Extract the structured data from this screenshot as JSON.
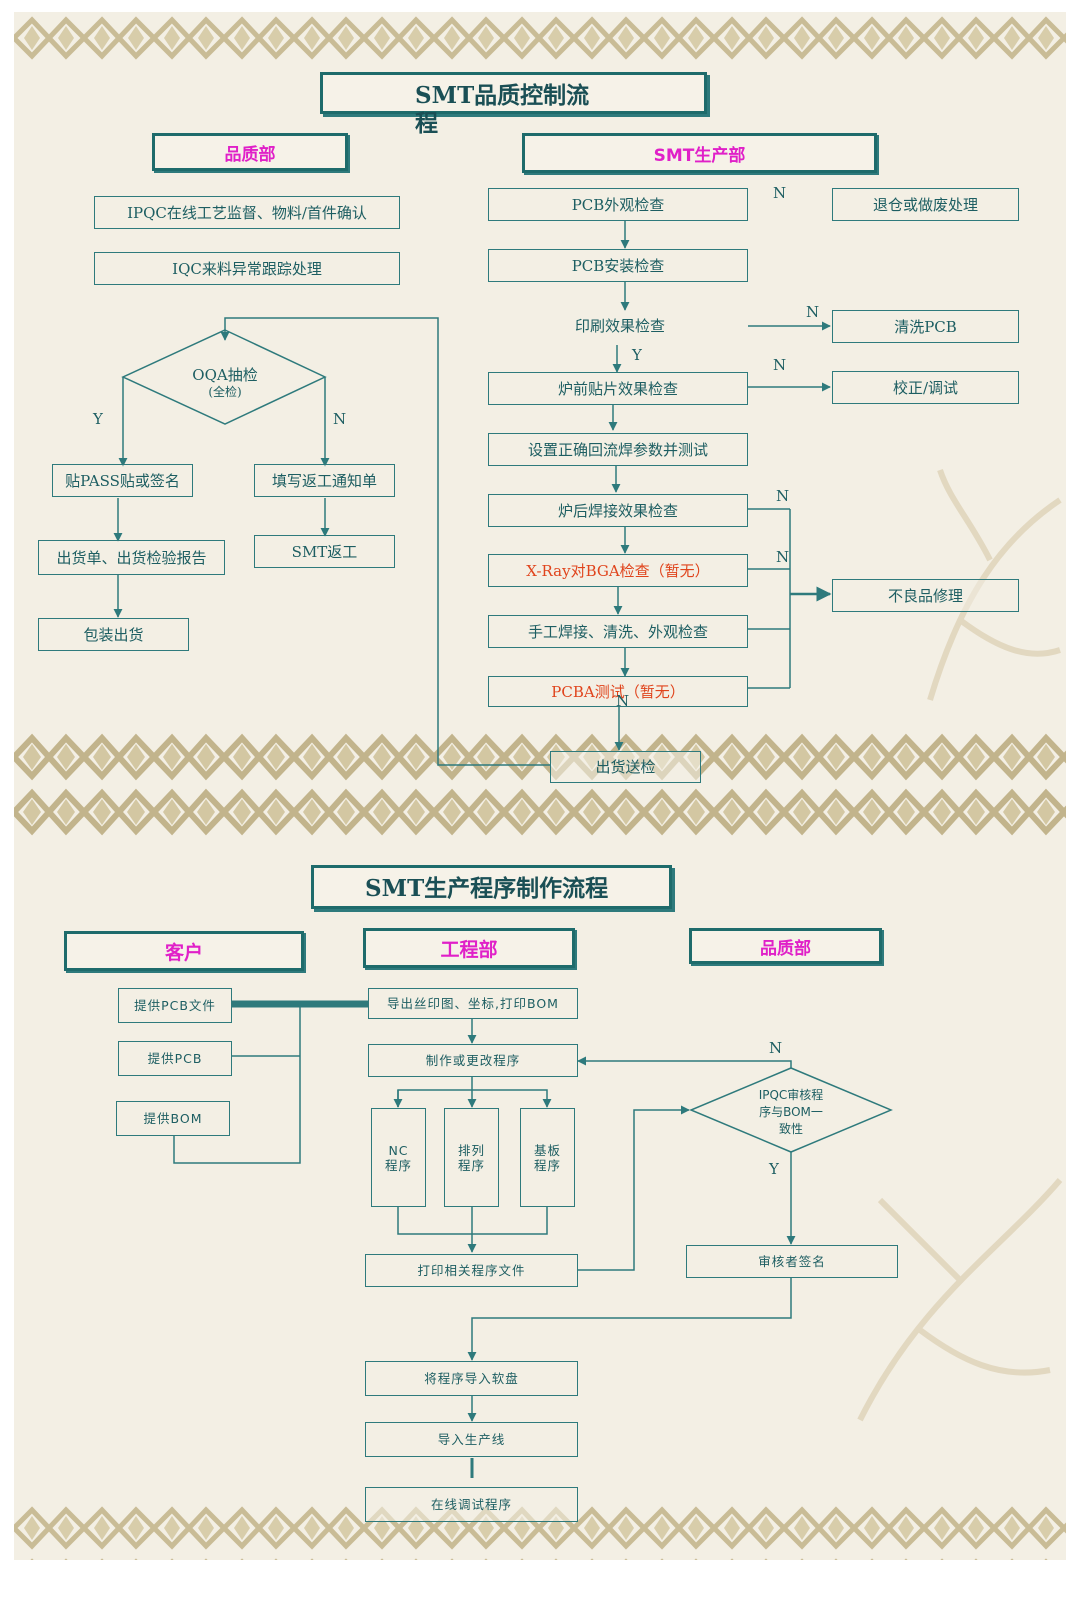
{
  "slide1": {
    "title": "SMT品质控制流程",
    "quality_dept": "品质部",
    "production_dept": "SMT生产部",
    "quality": {
      "ipqc": "IPQC在线工艺监督、物料/首件确认",
      "iqc": "IQC来料异常跟踪处理",
      "oqa_line1": "OQA抽检",
      "oqa_line2": "(全检)",
      "pass_sign": "贴PASS贴或签名",
      "rework_notice": "填写返工通知单",
      "shipping_report": "出货单、出货检验报告",
      "smt_rework": "SMT返工",
      "pack_ship": "包装出货"
    },
    "production": {
      "pcb_appearance": "PCB外观检查",
      "pcb_install": "PCB安装检查",
      "print_check": "印刷效果检查",
      "pre_oven": "炉前贴片效果检查",
      "reflow_params": "设置正确回流焊参数并测试",
      "post_oven": "炉后焊接效果检查",
      "xray": "X-Ray对BGA检查（暂无）",
      "manual_weld": "手工焊接、清洗、外观检查",
      "pcba_test": "PCBA测试（暂无）",
      "ship_inspect": "出货送检",
      "return_scrap": "退仓或做废处理",
      "clean_pcb": "清洗PCB",
      "calibrate": "校正/调试",
      "defect_repair": "不良品修理"
    },
    "labels": {
      "y": "Y",
      "n": "N"
    }
  },
  "slide2": {
    "title": "SMT生产程序制作流程",
    "customer": "客户",
    "engineering": "工程部",
    "quality_dept": "品质部",
    "customer_items": [
      "提供PCB文件",
      "提供PCB",
      "提供BOM"
    ],
    "export": "导出丝印图、坐标,打印BOM",
    "make_program": "制作或更改程序",
    "programs": [
      {
        "line1": "NC",
        "line2": "程序"
      },
      {
        "line1": "排列",
        "line2": "程序"
      },
      {
        "line1": "基板",
        "line2": "程序"
      }
    ],
    "print_files": "打印相关程序文件",
    "ipqc_review_1": "IPQC审核程",
    "ipqc_review_2": "序与BOM一",
    "ipqc_review_3": "致性",
    "reviewer_sign": "审核者签名",
    "import_disk": "将程序导入软盘",
    "import_line": "导入生产线",
    "online_debug": "在线调试程序",
    "labels": {
      "y": "Y",
      "n": "N"
    }
  },
  "colors": {
    "line": "#2e7a7c",
    "header_text": "#e020c8",
    "red_text": "#e0441c",
    "background": "#f3efe4"
  }
}
